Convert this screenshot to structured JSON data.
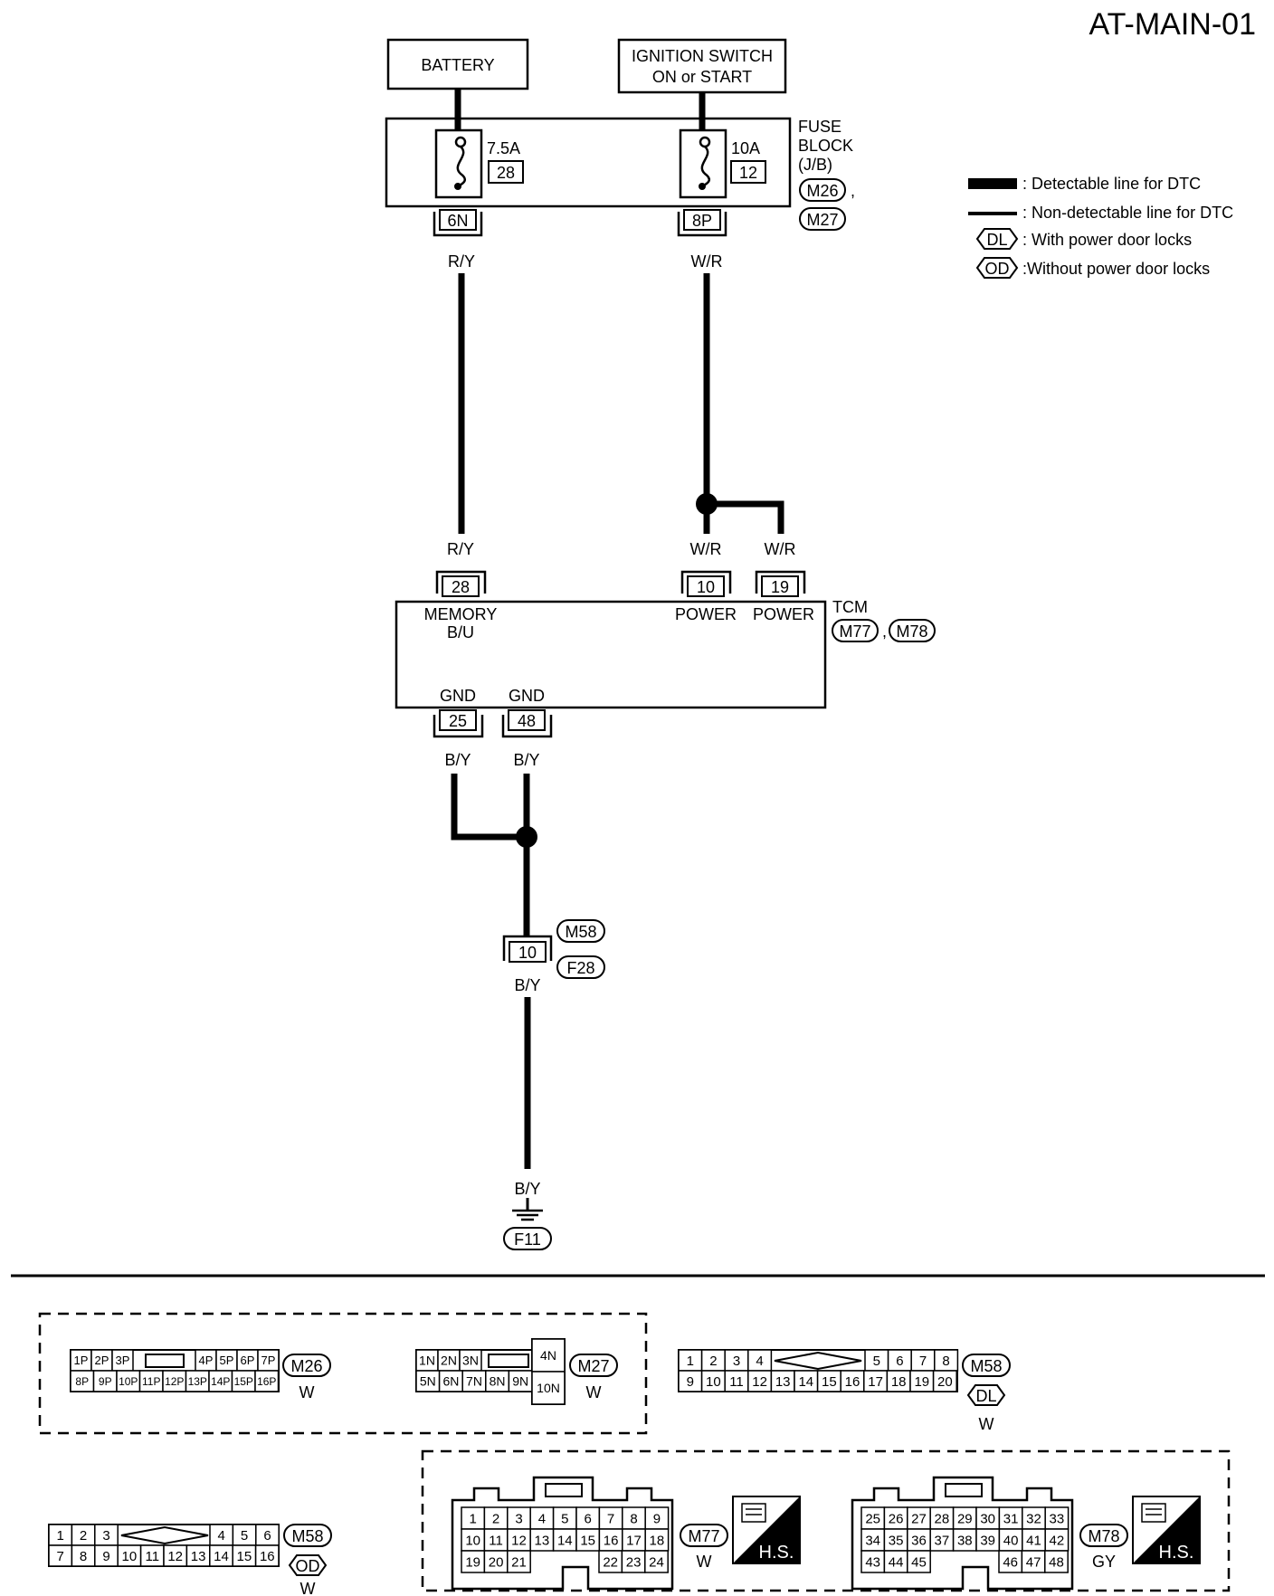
{
  "title": "AT-MAIN-01",
  "sources": {
    "battery": "BATTERY",
    "ignition_l1": "IGNITION SWITCH",
    "ignition_l2": "ON or START"
  },
  "fuse_block": {
    "label_l1": "FUSE",
    "label_l2": "BLOCK",
    "label_l3": "(J/B)",
    "conn_a": "M26",
    "sep": ",",
    "conn_b": "M27",
    "fuse1_amp": "7.5A",
    "fuse1_no": "28",
    "fuse1_term": "6N",
    "fuse2_amp": "10A",
    "fuse2_no": "12",
    "fuse2_term": "8P"
  },
  "legend": {
    "thick": ": Detectable line for DTC",
    "thin": ": Non-detectable line for DTC",
    "dl_tag": "DL",
    "dl": ": With power door locks",
    "od_tag": "OD",
    "od": ":Without power door locks"
  },
  "wires": {
    "ry": "R/Y",
    "wr": "W/R",
    "by": "B/Y"
  },
  "tcm": {
    "label": "TCM",
    "conn_a": "M77",
    "sep": ",",
    "conn_b": "M78",
    "t28": "28",
    "t10": "10",
    "t19": "19",
    "t25": "25",
    "t48": "48",
    "memory_l1": "MEMORY",
    "memory_l2": "B/U",
    "power": "POWER",
    "gnd": "GND"
  },
  "joint": {
    "terminal": "10",
    "conn_a": "M58",
    "conn_b": "F28"
  },
  "ground": "F11",
  "connectors": {
    "m26": {
      "id": "M26",
      "color": "W",
      "top": [
        "1P",
        "2P",
        "3P",
        "4P",
        "5P",
        "6P",
        "7P"
      ],
      "bottom": [
        "8P",
        "9P",
        "10P",
        "11P",
        "12P",
        "13P",
        "14P",
        "15P",
        "16P"
      ]
    },
    "m27": {
      "id": "M27",
      "color": "W",
      "top": [
        "1N",
        "2N",
        "3N"
      ],
      "bottom": [
        "5N",
        "6N",
        "7N",
        "8N",
        "9N"
      ],
      "side": [
        "4N",
        "10N"
      ]
    },
    "m58dl": {
      "id": "M58",
      "tag": "DL",
      "color": "W",
      "top_left": [
        "1",
        "2",
        "3",
        "4"
      ],
      "top_right": [
        "5",
        "6",
        "7",
        "8"
      ],
      "bottom": [
        "9",
        "10",
        "11",
        "12",
        "13",
        "14",
        "15",
        "16",
        "17",
        "18",
        "19",
        "20"
      ]
    },
    "m58od": {
      "id": "M58",
      "tag": "OD",
      "color": "W",
      "top_left": [
        "1",
        "2",
        "3"
      ],
      "top_right": [
        "4",
        "5",
        "6"
      ],
      "bottom": [
        "7",
        "8",
        "9",
        "10",
        "11",
        "12",
        "13",
        "14",
        "15",
        "16"
      ]
    },
    "m77": {
      "id": "M77",
      "color": "W",
      "hs": "H.S.",
      "r1": [
        "1",
        "2",
        "3",
        "4",
        "5",
        "6",
        "7",
        "8",
        "9"
      ],
      "r2": [
        "10",
        "11",
        "12",
        "13",
        "14",
        "15",
        "16",
        "17",
        "18"
      ],
      "r3l": [
        "19",
        "20",
        "21"
      ],
      "r3r": [
        "22",
        "23",
        "24"
      ]
    },
    "m78": {
      "id": "M78",
      "color": "GY",
      "hs": "H.S.",
      "r1": [
        "25",
        "26",
        "27",
        "28",
        "29",
        "30",
        "31",
        "32",
        "33"
      ],
      "r2": [
        "34",
        "35",
        "36",
        "37",
        "38",
        "39",
        "40",
        "41",
        "42"
      ],
      "r3l": [
        "43",
        "44",
        "45"
      ],
      "r3r": [
        "46",
        "47",
        "48"
      ]
    }
  }
}
